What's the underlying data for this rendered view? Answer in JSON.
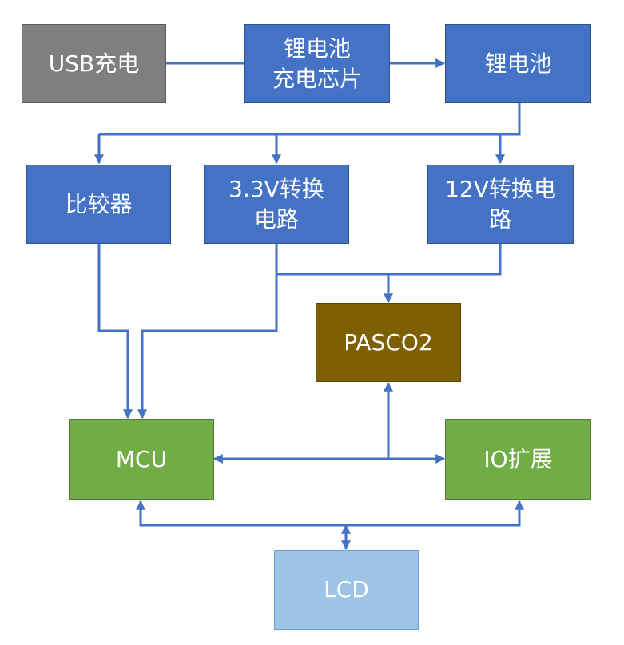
{
  "blocks": {
    "usb_charge": "USB充电",
    "li_charger_ic": "锂电池\n充电芯片",
    "li_battery": "锂电池",
    "comparator": "比较器",
    "conv_3v3": "3.3V转换\n电路",
    "conv_12v": "12V转换电\n路",
    "pasco2": "PASCO2",
    "mcu": "MCU",
    "io_expander": "IO扩展",
    "lcd": "LCD"
  },
  "colors": {
    "connector": "#4472c4",
    "gray_block": "#7f7f7f",
    "blue_block": "#4472c4",
    "brown_block": "#7f6000",
    "green_block": "#70ad47",
    "light_blue_block": "#9dc3e6",
    "text": "#ffffff"
  }
}
